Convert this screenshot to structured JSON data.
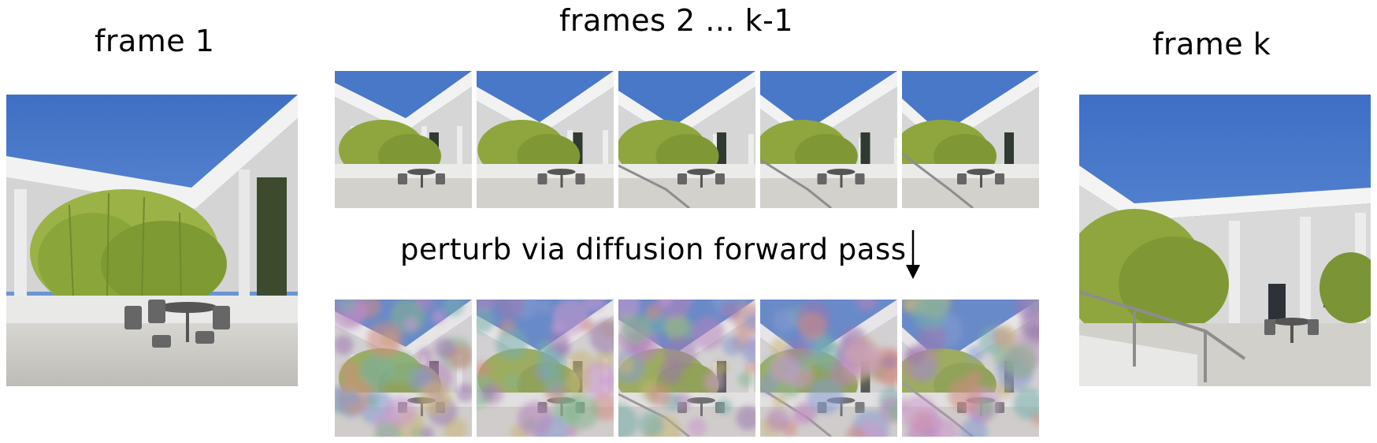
{
  "labels": {
    "frame_first": "frame 1",
    "frames_middle": "frames 2 ... k-1",
    "frame_last": "frame k",
    "operation": "perturb via diffusion forward pass"
  },
  "middle_frames": {
    "count": 5,
    "original_row": [
      "frame-2",
      "frame-3",
      "frame-4",
      "frame-5",
      "frame-6"
    ],
    "perturbed_row": [
      "noisy-frame-2",
      "noisy-frame-3",
      "noisy-frame-4",
      "noisy-frame-5",
      "noisy-frame-6"
    ]
  },
  "colors": {
    "sky": "#4a78c8",
    "sky_light": "#7fa6e0",
    "building": "#e6e6e6",
    "roof_underside": "#cfcfcf",
    "bamboo": "#8aa63a",
    "bamboo_dark": "#5f7a2a",
    "ground": "#d4d2cd",
    "arrow": "#000000"
  }
}
